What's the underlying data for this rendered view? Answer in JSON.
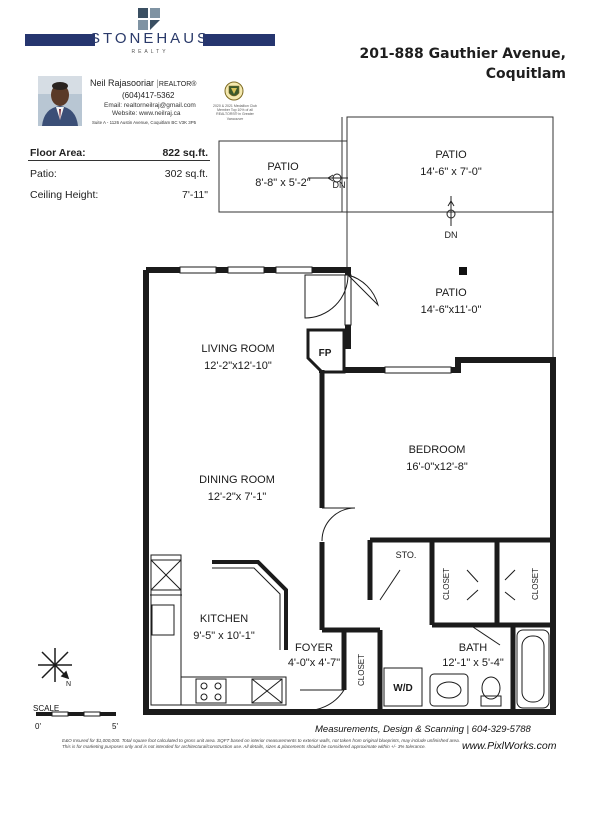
{
  "card": {
    "brand_name": "STONEHAUS",
    "brand_sub": "REALTY",
    "agent_name": "Neil Rajasooriar",
    "agent_title": "REALTOR®",
    "phone": "(604)417-5362",
    "email": "Email: realtorneilraj@gmail.com",
    "website": "Website: www.neilraj.ca",
    "office_address": "Suite A - 1126 Austin Avenue, Coquitlam BC V3K 3P5",
    "award_text": "2020 & 2021 Medallion Club Member Top 10% of all REALTORS® in Greater Vancouver",
    "colors": {
      "band": "#26356f",
      "logo_dark": "#3a4f62",
      "logo_light": "#7f93a3"
    }
  },
  "address": {
    "line1": "201-888 Gauthier Avenue,",
    "line2": "Coquitlam"
  },
  "stats": [
    {
      "label": "Floor Area:",
      "value": "822 sq.ft."
    },
    {
      "label": "Patio:",
      "value": "302 sq.ft."
    },
    {
      "label": "Ceiling Height:",
      "value": "7'-11\""
    }
  ],
  "rooms": {
    "patio_west": {
      "name": "PATIO",
      "dims": "8'-8\" x 5'-2\""
    },
    "patio_east": {
      "name": "PATIO",
      "dims": "14'-6\" x 7'-0\""
    },
    "patio_lower": {
      "name": "PATIO",
      "dims": "14'-6\"x11'-0\""
    },
    "living_room": {
      "name": "LIVING ROOM",
      "dims": "12'-2\"x12'-10\""
    },
    "dining_room": {
      "name": "DINING ROOM",
      "dims": "12'-2\"x 7'-1\""
    },
    "bedroom": {
      "name": "BEDROOM",
      "dims": "16'-0\"x12'-8\""
    },
    "kitchen": {
      "name": "KITCHEN",
      "dims": "9'-5\" x 10'-1\""
    },
    "foyer": {
      "name": "FOYER",
      "dims": "4'-0\"x 4'-7\""
    },
    "bath": {
      "name": "BATH",
      "dims": "12'-1\" x 5'-4\""
    }
  },
  "labels": {
    "fireplace": "FP",
    "storage": "STO.",
    "closet": "CLOSET",
    "washer_dryer": "W/D",
    "step_down": "DN",
    "north": "N"
  },
  "footer": {
    "credit": "Measurements, Design & Scanning | 604-329-5788",
    "website": "www.PixlWorks.com",
    "disclaimer1": "E&O Insured for $1,000,000. Total square foot calculated to gross unit area. SQFT based on interior measurements to exterior walls, not taken from original blueprints, may include unfinished area.",
    "disclaimer2": "This is for marketing purposes only and is not intended for architectural/construction use. All details, sizes & placements should be considered approximate within +/- 3% tolerance."
  },
  "scale": {
    "label": "SCALE",
    "start": "0'",
    "end": "5'"
  }
}
